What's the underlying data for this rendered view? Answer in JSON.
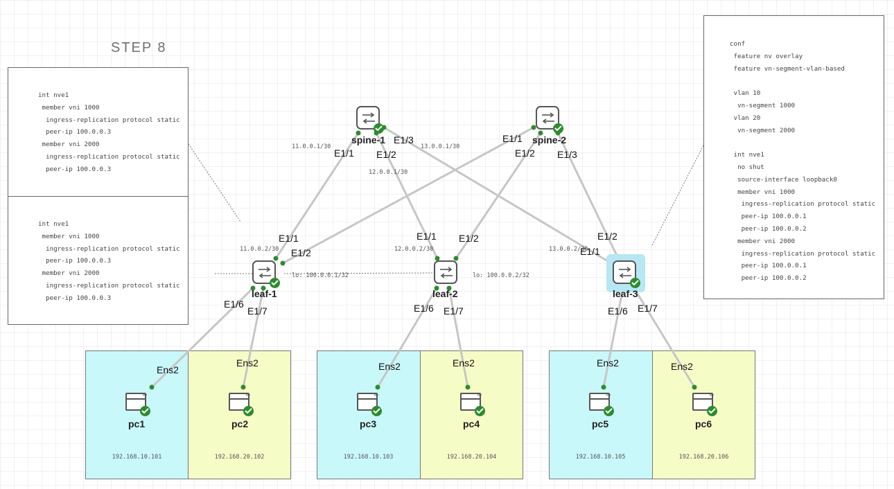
{
  "title": "STEP  8",
  "left_config_top": "int nve1\n member vni 1000\n  ingress-replication protocol static\n  peer-ip 100.0.0.3\n member vni 2000\n  ingress-replication protocol static\n  peer-ip 100.0.0.3",
  "left_config_bottom": "int nve1\n member vni 1000\n  ingress-replication protocol static\n  peer-ip 100.0.0.3\n member vni 2000\n  ingress-replication protocol static\n  peer-ip 100.0.0.3",
  "right_config": "conf\n feature nv overlay\n feature vn-segment-vlan-based\n\n vlan 10\n  vn-segment 1000\n vlan 20\n  vn-segment 2000\n\n int nve1\n  no shut\n  source-interface loopback0\n  member vni 1000\n   ingress-replication protocol static\n   peer-ip 100.0.0.1\n   peer-ip 100.0.0.2\n  member vni 2000\n   ingress-replication protocol static\n   peer-ip 100.0.0.1\n   peer-ip 100.0.0.2",
  "nodes": {
    "spine1": "spine-1",
    "spine2": "spine-2",
    "leaf1": "leaf-1",
    "leaf2": "leaf-2",
    "leaf3": "leaf-3"
  },
  "pcs": [
    {
      "name": "pc1",
      "port": "Ens2",
      "ip": "192.168.10.101"
    },
    {
      "name": "pc2",
      "port": "Ens2",
      "ip": "192.168.20.102"
    },
    {
      "name": "pc3",
      "port": "Ens2",
      "ip": "192.168.10.103"
    },
    {
      "name": "pc4",
      "port": "Ens2",
      "ip": "192.168.20.104"
    },
    {
      "name": "pc5",
      "port": "Ens2",
      "ip": "192.168.10.105"
    },
    {
      "name": "pc6",
      "port": "Ens2",
      "ip": "192.168.20.106"
    }
  ],
  "ports": {
    "s1_e11": "E1/1",
    "s1_e12": "E1/2",
    "s1_e13": "E1/3",
    "s2_e11": "E1/1",
    "s2_e12": "E1/2",
    "s2_e13": "E1/3",
    "l1_e11": "E1/1",
    "l1_e12": "E1/2",
    "l1_e16": "E1/6",
    "l1_e17": "E1/7",
    "l2_e11": "E1/1",
    "l2_e12": "E1/2",
    "l2_e16": "E1/6",
    "l2_e17": "E1/7",
    "l3_e12": "E1/2",
    "l3_e11": "E1/1",
    "l3_e16": "E1/6",
    "l3_e17": "E1/7"
  },
  "link_ips": {
    "net11": "11.0.0.1/30",
    "net12": "12.0.0.1/30",
    "net13": "13.0.0.1/30",
    "leaf1_ip": "11.0.0.2/30",
    "leaf2_ip": "12.0.0.2/30",
    "leaf3_ip": "13.0.0.2/30",
    "leaf1_lo": "lo: 100.0.0.1/32",
    "leaf2_lo": "lo: 100.0.0.2/32"
  },
  "colors": {
    "link": "#c6c6c6",
    "port_dot": "#2e8b2e",
    "zone_cyan": "#c9f8fb",
    "zone_yellow": "#f6fcc6"
  },
  "icons": {
    "switch": "switch-icon",
    "pc": "pc-icon",
    "status": "check-icon"
  }
}
